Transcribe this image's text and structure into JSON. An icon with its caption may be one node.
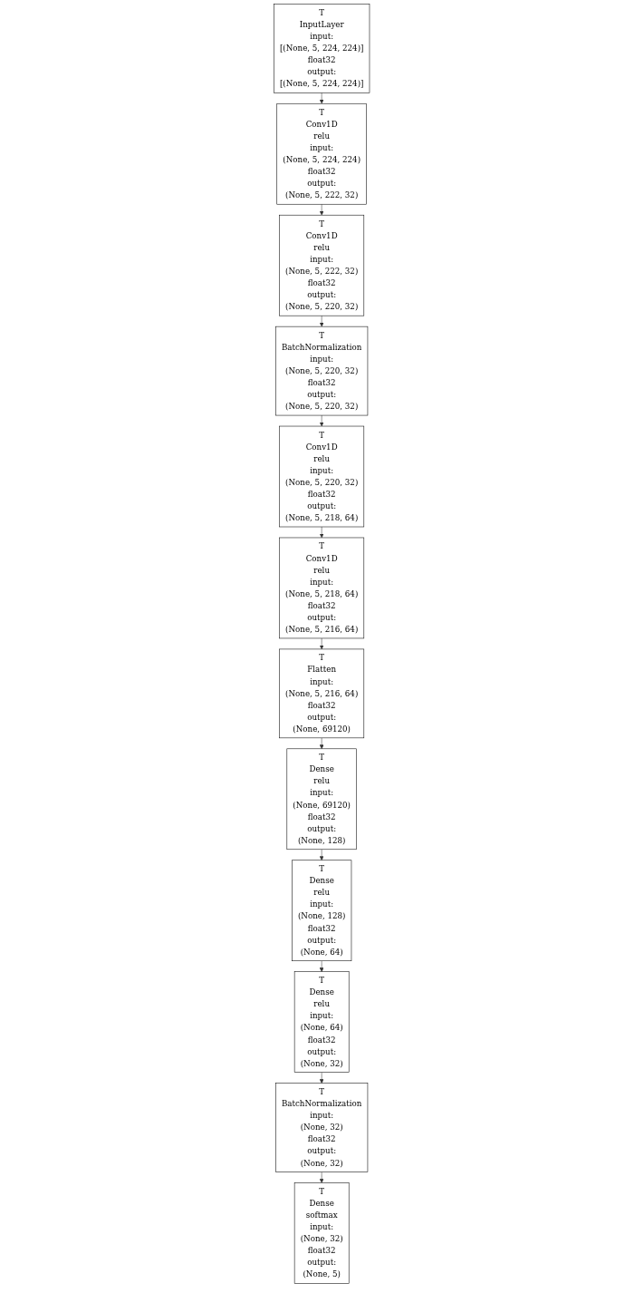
{
  "diagram": {
    "nodes": [
      {
        "text": [
          "T",
          "InputLayer",
          "input:",
          "[(None, 5, 224, 224)]",
          "float32",
          "output:",
          "[(None, 5, 224, 224)]"
        ]
      },
      {
        "text": [
          "T",
          "Conv1D",
          "relu",
          "input:",
          "(None, 5, 224, 224)",
          "float32",
          "output:",
          "(None, 5, 222, 32)"
        ]
      },
      {
        "text": [
          "T",
          "Conv1D",
          "relu",
          "input:",
          "(None, 5, 222, 32)",
          "float32",
          "output:",
          "(None, 5, 220, 32)"
        ]
      },
      {
        "text": [
          "T",
          "BatchNormalization",
          "input:",
          "(None, 5, 220, 32)",
          "float32",
          "output:",
          "(None, 5, 220, 32)"
        ]
      },
      {
        "text": [
          "T",
          "Conv1D",
          "relu",
          "input:",
          "(None, 5, 220, 32)",
          "float32",
          "output:",
          "(None, 5, 218, 64)"
        ]
      },
      {
        "text": [
          "T",
          "Conv1D",
          "relu",
          "input:",
          "(None, 5, 218, 64)",
          "float32",
          "output:",
          "(None, 5, 216, 64)"
        ]
      },
      {
        "text": [
          "T",
          "Flatten",
          "input:",
          "(None, 5, 216, 64)",
          "float32",
          "output:",
          "(None, 69120)"
        ]
      },
      {
        "text": [
          "T",
          "Dense",
          "relu",
          "input:",
          "(None, 69120)",
          "float32",
          "output:",
          "(None, 128)"
        ]
      },
      {
        "text": [
          "T",
          "Dense",
          "relu",
          "input:",
          "(None, 128)",
          "float32",
          "output:",
          "(None, 64)"
        ]
      },
      {
        "text": [
          "T",
          "Dense",
          "relu",
          "input:",
          "(None, 64)",
          "float32",
          "output:",
          "(None, 32)"
        ]
      },
      {
        "text": [
          "T",
          "BatchNormalization",
          "input:",
          "(None, 32)",
          "float32",
          "output:",
          "(None, 32)"
        ]
      },
      {
        "text": [
          "T",
          "Dense",
          "softmax",
          "input:",
          "(None, 32)",
          "float32",
          "output:",
          "(None, 5)"
        ]
      }
    ],
    "edges": [
      {
        "from": 0,
        "to": 1,
        "arrow": "to"
      },
      {
        "from": 1,
        "to": 2,
        "arrow": "to"
      },
      {
        "from": 2,
        "to": 3,
        "arrow": "to"
      },
      {
        "from": 3,
        "to": 4,
        "arrow": "to"
      },
      {
        "from": 4,
        "to": 5,
        "arrow": "to"
      },
      {
        "from": 5,
        "to": 6,
        "arrow": "to"
      },
      {
        "from": 6,
        "to": 7,
        "arrow": "to"
      },
      {
        "from": 7,
        "to": 8,
        "arrow": "to"
      },
      {
        "from": 8,
        "to": 9,
        "arrow": "to"
      },
      {
        "from": 9,
        "to": 10,
        "arrow": "to"
      },
      {
        "from": 10,
        "to": 11,
        "arrow": "to"
      }
    ]
  }
}
